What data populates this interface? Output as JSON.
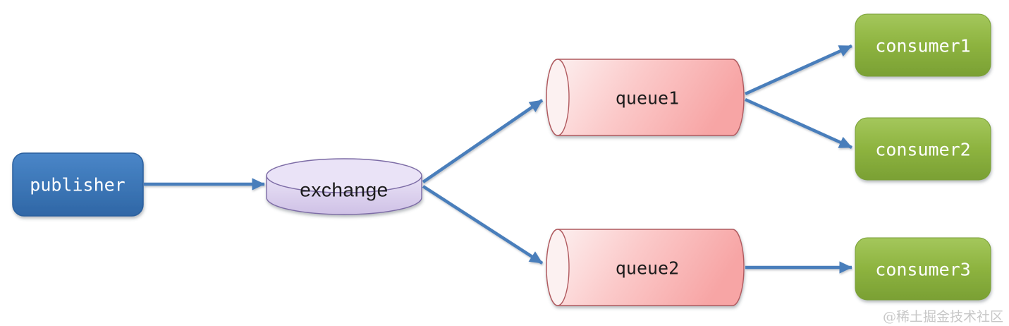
{
  "watermark": "@稀土掘金技术社区",
  "colors": {
    "arrow": "#4a7ebb",
    "publisher_blue": "#3a74b6",
    "exchange_purple": "#dcd2ee",
    "queue_pink": "#f7a5a5",
    "consumer_green": "#8db33f"
  },
  "nodes": [
    {
      "id": "publisher",
      "label": "publisher",
      "shape": "rounded-rect",
      "color": "blue"
    },
    {
      "id": "exchange",
      "label": "exchange",
      "shape": "cylinder-vertical",
      "color": "purple"
    },
    {
      "id": "queue1",
      "label": "queue1",
      "shape": "cylinder-horizontal",
      "color": "pink"
    },
    {
      "id": "queue2",
      "label": "queue2",
      "shape": "cylinder-horizontal",
      "color": "pink"
    },
    {
      "id": "consumer1",
      "label": "consumer1",
      "shape": "rounded-rect",
      "color": "green"
    },
    {
      "id": "consumer2",
      "label": "consumer2",
      "shape": "rounded-rect",
      "color": "green"
    },
    {
      "id": "consumer3",
      "label": "consumer3",
      "shape": "rounded-rect",
      "color": "green"
    }
  ],
  "edges": [
    {
      "from": "publisher",
      "to": "exchange"
    },
    {
      "from": "exchange",
      "to": "queue1"
    },
    {
      "from": "exchange",
      "to": "queue2"
    },
    {
      "from": "queue1",
      "to": "consumer1"
    },
    {
      "from": "queue1",
      "to": "consumer2"
    },
    {
      "from": "queue2",
      "to": "consumer3"
    }
  ]
}
